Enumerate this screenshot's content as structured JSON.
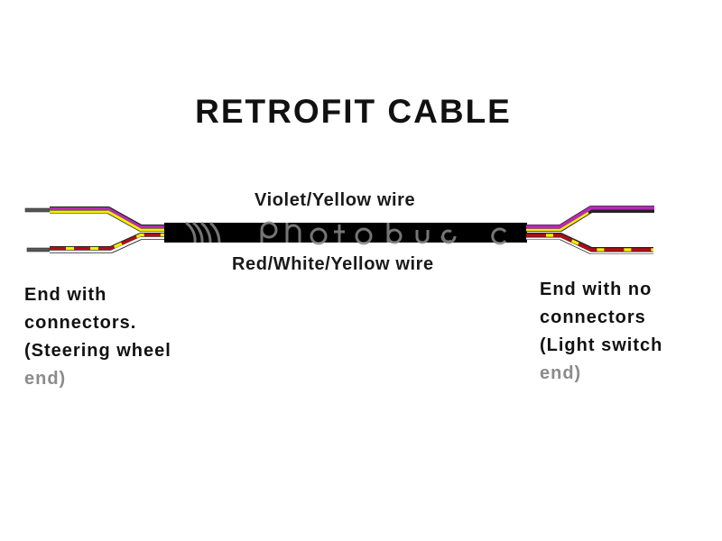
{
  "title": "RETROFIT CABLE",
  "wires": {
    "top_label": "Violet/Yellow wire",
    "bottom_label": "Red/White/Yellow wire"
  },
  "ends": {
    "left": {
      "lines": [
        "End with",
        "connectors.",
        "(Steering wheel",
        "end)"
      ]
    },
    "right": {
      "lines": [
        "End with no",
        "connectors",
        "(Light switch",
        "end)"
      ]
    }
  },
  "colors": {
    "jacket": "#000000",
    "violet": "#b52bb5",
    "yellow": "#f5f000",
    "red": "#b30d12",
    "white": "#ffffff",
    "conductor": "#555555",
    "outline": "#222222"
  }
}
